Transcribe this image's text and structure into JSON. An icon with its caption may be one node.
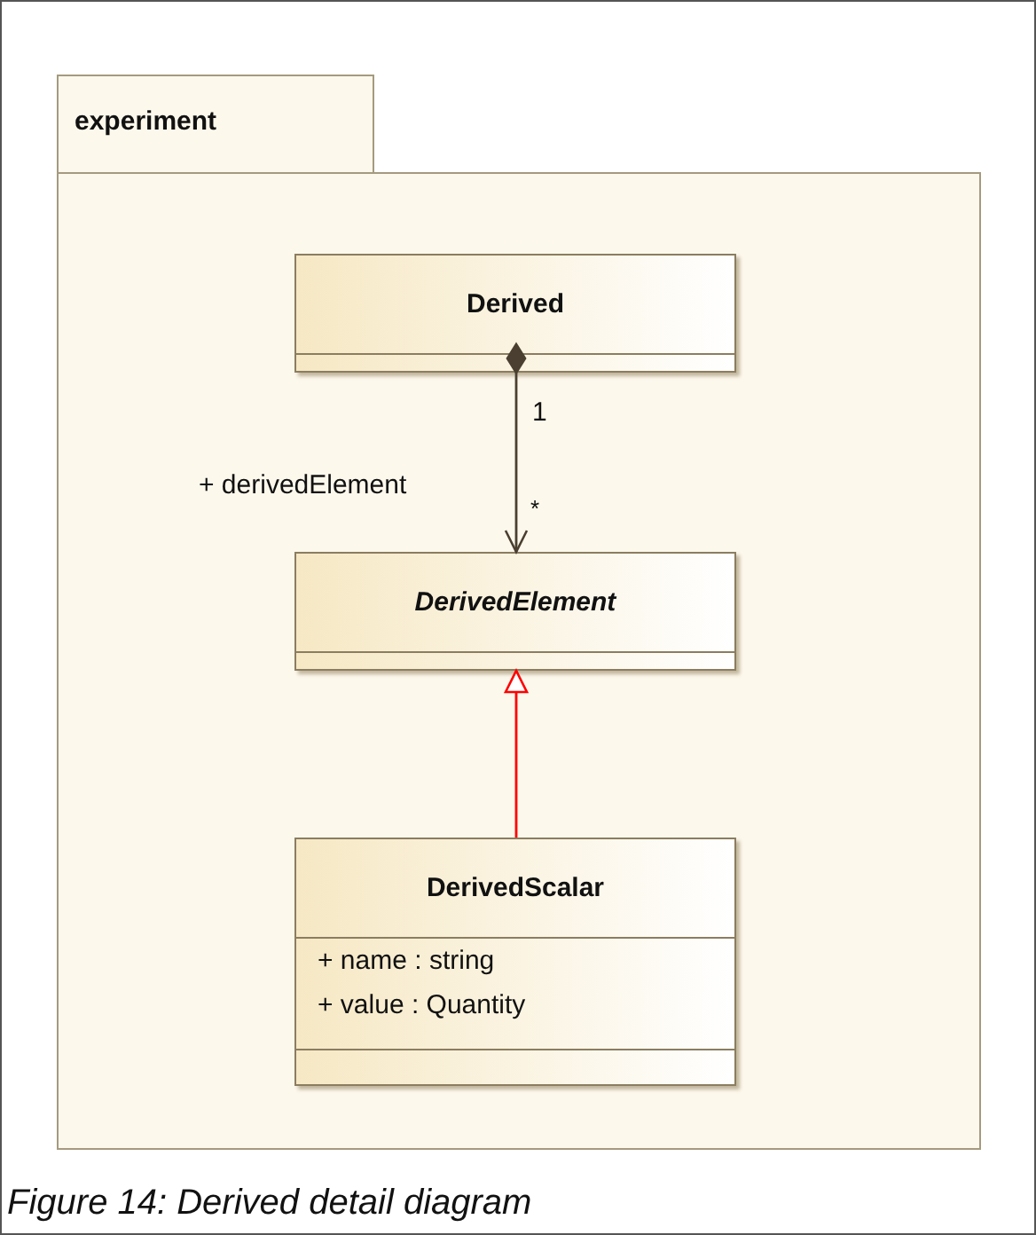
{
  "diagram": {
    "caption": "Figure 14: Derived detail diagram",
    "nodes": [
      {
        "text": [
          "experiment"
        ]
      },
      {
        "text": [
          "Derived"
        ],
        "in": 0
      },
      {
        "text": [
          "DerivedElement"
        ],
        "in": 0
      },
      {
        "text": [
          "DerivedScalar",
          "+ name : string",
          "+ value : Quantity"
        ],
        "in": 0
      }
    ],
    "edges": [
      {
        "from": 1,
        "to": 2,
        "arrow": "to",
        "label": "+ derivedElement"
      },
      {
        "from": 3,
        "to": 2,
        "arrow": "to",
        "color": "#ff0000"
      }
    ],
    "labels": [
      "1",
      "*"
    ]
  }
}
